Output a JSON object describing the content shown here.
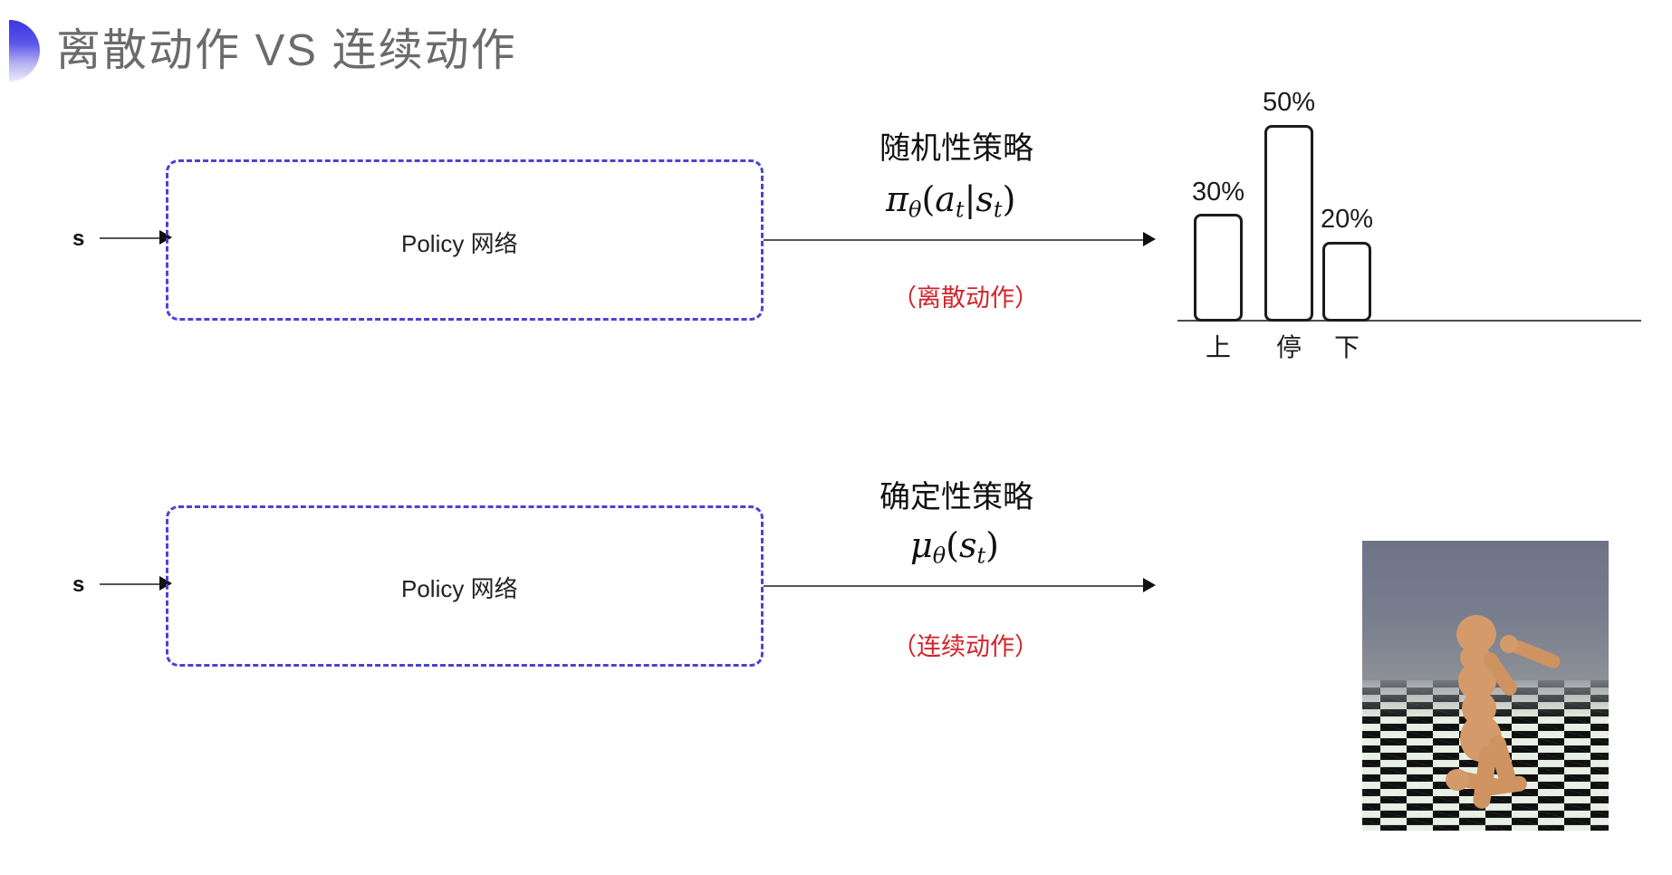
{
  "slide": {
    "title": "离散动作 VS 连续动作",
    "bullet_icon": "half-circle-gradient-icon",
    "accent_gradient_start": "#3b35e0",
    "accent_gradient_end": "#eceafc",
    "background": "#ffffff"
  },
  "rows": [
    {
      "id": "discrete",
      "input_label": "s",
      "box_label": "Policy 网络",
      "policy_name": "随机性策略",
      "formula_plain": "π_θ(a_t|s_t)",
      "formula_parts": {
        "fn": "π",
        "theta": "θ",
        "open": "(",
        "arg": "a",
        "argsub": "t",
        "bar": "|",
        "cond": "s",
        "condsub": "t",
        "close": ")"
      },
      "red_tag": "（离散动作）",
      "red_tag_color": "#d2232a",
      "box_border_color": "#4a44cf"
    },
    {
      "id": "continuous",
      "input_label": "s",
      "box_label": "Policy 网络",
      "policy_name": "确定性策略",
      "formula_plain": "μ_θ(s_t)",
      "formula_parts": {
        "fn": "μ",
        "theta": "θ",
        "open": "(",
        "arg": "s",
        "argsub": "t",
        "close": ")"
      },
      "red_tag": "（连续动作）",
      "red_tag_color": "#d2232a",
      "box_border_color": "#4a44cf"
    }
  ],
  "chart_data": {
    "type": "bar",
    "title": "",
    "xlabel": "",
    "ylabel": "",
    "categories": [
      "上",
      "停",
      "下"
    ],
    "values": [
      30,
      50,
      20
    ],
    "value_labels": [
      "30%",
      "50%",
      "20%"
    ],
    "ylim": [
      0,
      55
    ],
    "grid": false,
    "legend": "none",
    "bar_fill": "#ffffff",
    "bar_stroke": "#1c1c1c",
    "axis_color": "#4a4a4a"
  },
  "simulation": {
    "name": "mujoco-humanoid-render",
    "alt": "MuJoCo humanoid standing on checkerboard floor",
    "sky_color": "#70768a",
    "floor_light": "#e8efe4",
    "floor_dark": "#101010",
    "body_color": "#d49a6a"
  }
}
